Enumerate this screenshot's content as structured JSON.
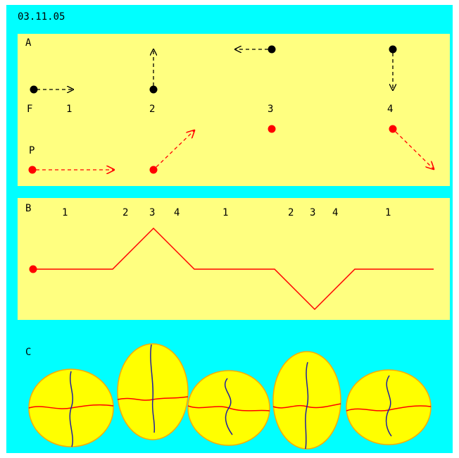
{
  "date": "03.11.05",
  "colors": {
    "background": "#00ffff",
    "panel": "#ffff80",
    "black_dot": "#000000",
    "red": "#ff0000",
    "cell_fill": "#ffff00",
    "cell_outline": "#ffaa00",
    "blue_line": "#2020a0"
  },
  "panel_a": {
    "label": "A",
    "row_labels": {
      "top": "F",
      "bottom": "P"
    },
    "step_labels": [
      "1",
      "2",
      "3",
      "4"
    ],
    "top_row_arrow_directions": [
      "right",
      "up",
      "left",
      "down"
    ],
    "bottom_row_arrow_directions": [
      "right",
      "up-right",
      "none",
      "down-right"
    ]
  },
  "panel_b": {
    "label": "B",
    "sequence_labels": [
      "1",
      "2",
      "3",
      "4",
      "1",
      "2",
      "3",
      "4",
      "1"
    ]
  },
  "panel_c": {
    "label": "C",
    "cell_count": 5
  }
}
